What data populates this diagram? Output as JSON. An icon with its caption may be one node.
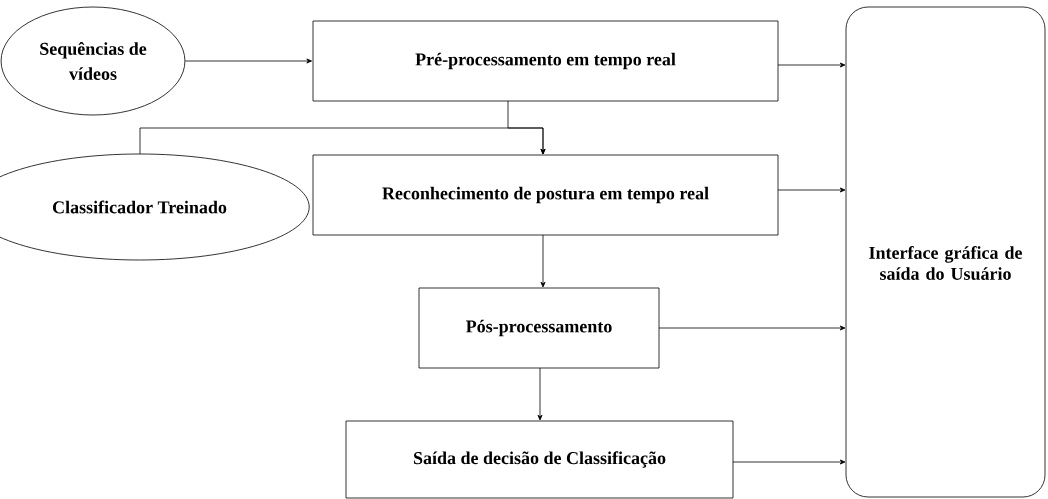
{
  "diagram": {
    "nodes": [
      {
        "text": [
          "Sequências de vídeos"
        ]
      },
      {
        "text": [
          "Pré-processamento em tempo real"
        ]
      },
      {
        "text": [
          "Classificador Treinado"
        ]
      },
      {
        "text": [
          "Reconhecimento de postura em tempo real"
        ]
      },
      {
        "text": [
          "Pós-processamento"
        ]
      },
      {
        "text": [
          "Saída de decisão de Classificação"
        ]
      },
      {
        "text": [
          "Interface gráfica de saída do Usuário"
        ]
      }
    ],
    "edges": [
      {
        "from": 0,
        "to": 1,
        "arrow": "to"
      },
      {
        "from": 1,
        "to": 6,
        "arrow": "to"
      },
      {
        "from": 1,
        "to": 3,
        "arrow": "to"
      },
      {
        "from": 2,
        "to": 3,
        "arrow": "to"
      },
      {
        "from": 3,
        "to": 6,
        "arrow": "to"
      },
      {
        "from": 3,
        "to": 4,
        "arrow": "to"
      },
      {
        "from": 4,
        "to": 6,
        "arrow": "to"
      },
      {
        "from": 4,
        "to": 5,
        "arrow": "to"
      },
      {
        "from": 5,
        "to": 6,
        "arrow": "to"
      }
    ]
  }
}
